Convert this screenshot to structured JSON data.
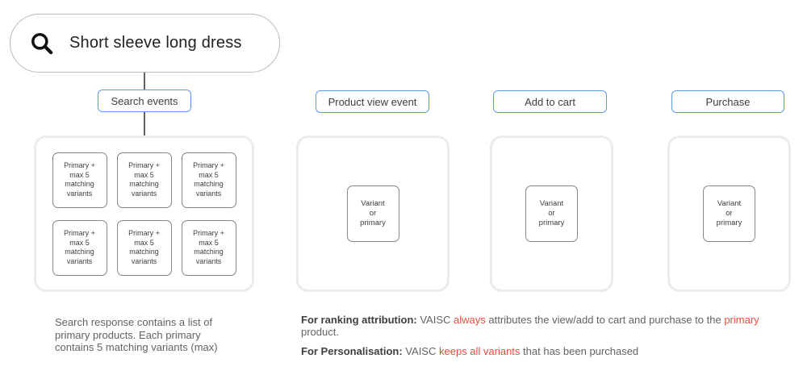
{
  "colors": {
    "accent-blue": "#5b9bf6",
    "alert-red": "#f04a3f",
    "text-dark": "#3c4043",
    "text-gray": "#5f6368",
    "container-border": "#eaecef",
    "card-border": "#80868b"
  },
  "search": {
    "query": "Short sleeve long dress",
    "icon": "search-icon"
  },
  "columns": [
    {
      "label": "Search events",
      "cards": [
        "Primary +\nmax 5\nmatching\nvariants",
        "Primary +\nmax 5\nmatching\nvariants",
        "Primary +\nmax 5\nmatching\nvariants",
        "Primary +\nmax 5\nmatching\nvariants",
        "Primary +\nmax 5\nmatching\nvariants",
        "Primary +\nmax 5\nmatching\nvariants"
      ]
    },
    {
      "label": "Product view event",
      "card": "Variant\nor\nprimary"
    },
    {
      "label": "Add to cart",
      "card": "Variant\nor\nprimary"
    },
    {
      "label": "Purchase",
      "card": "Variant\nor\nprimary"
    }
  ],
  "caption": "Search response contains a list of\nprimary products. Each primary\ncontains 5 matching variants (max)",
  "notes": [
    {
      "segments": [
        {
          "text": "For ranking attribution:",
          "style": "bold"
        },
        {
          "text": " VAISC ",
          "style": "normal"
        },
        {
          "text": "always",
          "style": "red"
        },
        {
          "text": " attributes the view/add to cart and purchase to the ",
          "style": "normal"
        },
        {
          "text": "primary",
          "style": "red"
        },
        {
          "text": " product.",
          "style": "normal"
        }
      ]
    },
    {
      "segments": [
        {
          "text": "For Personalisation:",
          "style": "bold"
        },
        {
          "text": " VAISC ",
          "style": "normal"
        },
        {
          "text": "keeps all variants",
          "style": "red"
        },
        {
          "text": " that has been purchased",
          "style": "normal"
        }
      ]
    }
  ]
}
